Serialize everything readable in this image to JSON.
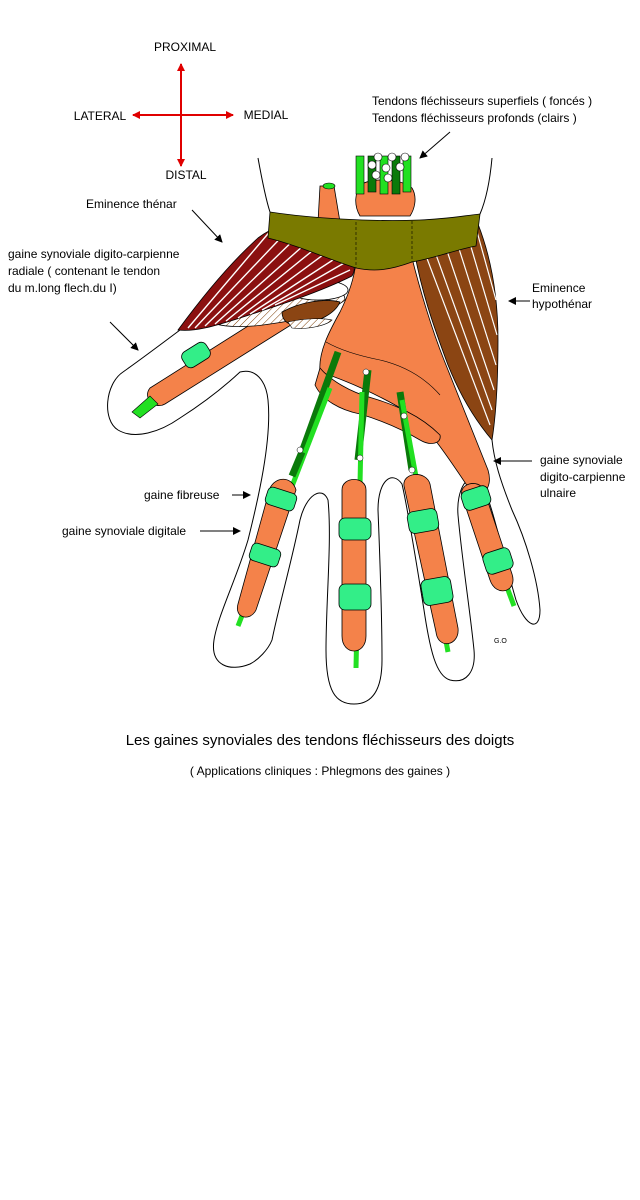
{
  "compass": {
    "proximal": "PROXIMAL",
    "distal": "DISTAL",
    "lateral": "LATERAL",
    "medial": "MEDIAL",
    "arrow_color": "#e00000"
  },
  "labels": {
    "tendons_superficial": "Tendons fléchisseurs superfiels ( foncés )",
    "tendons_deep": "Tendons fléchisseurs profonds (clairs )",
    "thenar": "Eminence thénar",
    "radial_sheath_1": "gaine synoviale digito-carpienne",
    "radial_sheath_2": "radiale  ( contenant le tendon",
    "radial_sheath_3": "du  m.long flech.du I)",
    "hypothenar_1": "Eminence",
    "hypothenar_2": "hypothénar",
    "ulnar_sheath_1": "gaine synoviale",
    "ulnar_sheath_2": "digito-carpienne",
    "ulnar_sheath_3": "ulnaire",
    "fibrous_sheath": "gaine fibreuse",
    "digital_sheath": "gaine synoviale digitale",
    "signature": "G.O"
  },
  "caption": {
    "title": "Les gaines synoviales des tendons fléchisseurs des doigts",
    "subtitle": "( Applications cliniques : Phlegmons des gaines )"
  },
  "colors": {
    "sheath_orange": "#f4824a",
    "tendon_light_green": "#22e022",
    "tendon_dark_green": "#0a7a0a",
    "fibrous_ring": "#33ee88",
    "retinaculum": "#7a7a00",
    "thenar_muscle": "#8b1010",
    "hypothenar_muscle": "#8b4513",
    "outline": "#000000"
  }
}
